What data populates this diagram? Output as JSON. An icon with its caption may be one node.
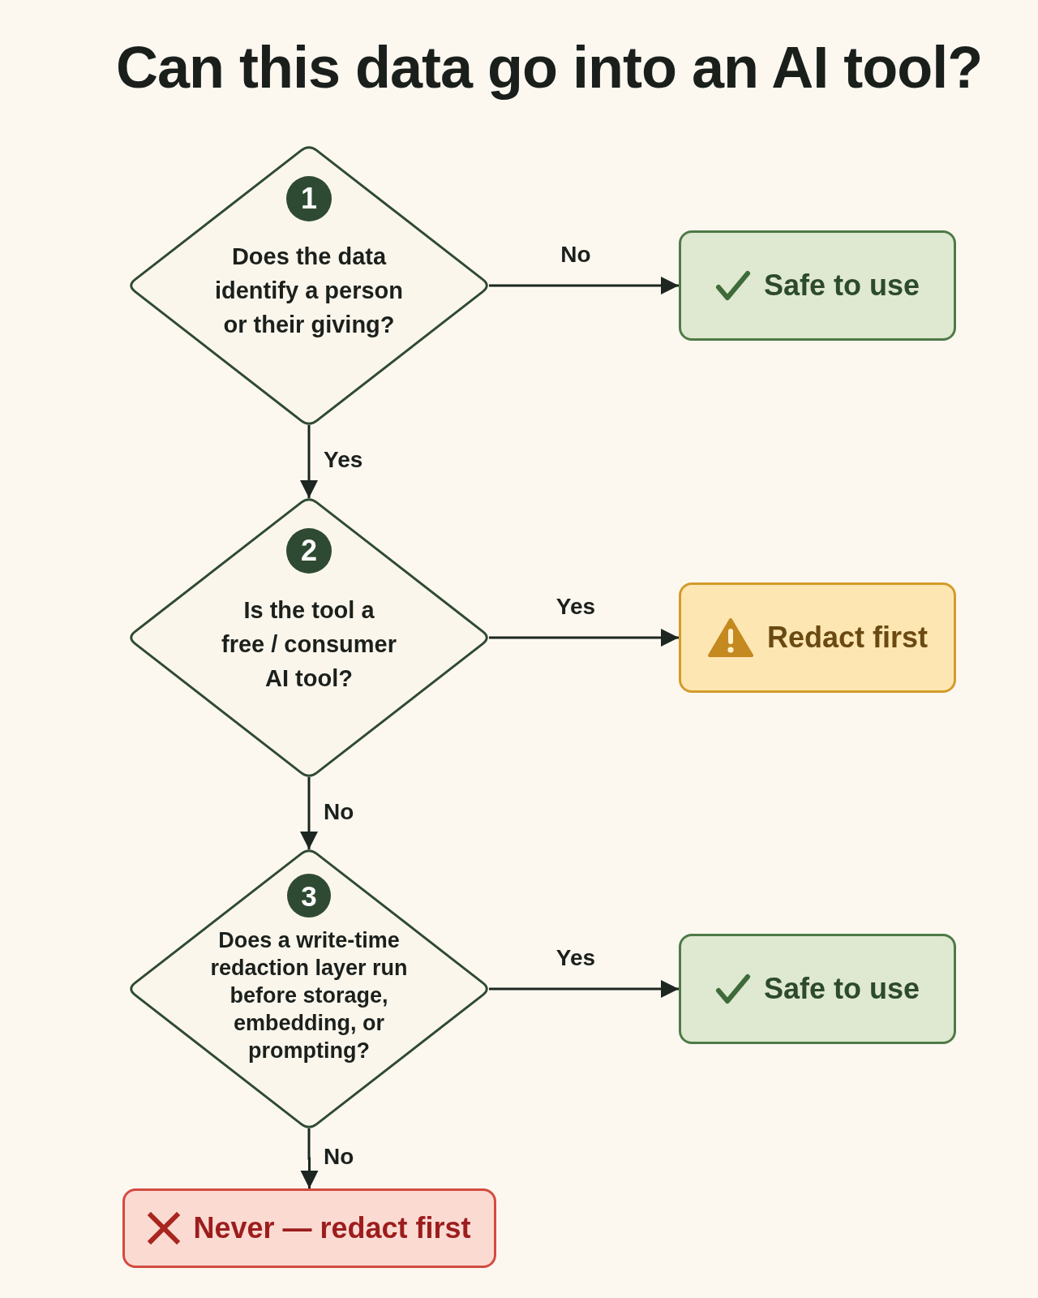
{
  "diagram": {
    "title": "Can this data go into an AI tool?",
    "nodes": [
      {
        "text": [
          "1",
          "Does the data identify a person or their giving?"
        ]
      },
      {
        "text": [
          "Safe to use"
        ]
      },
      {
        "text": [
          "2",
          "Is the tool a free / consumer AI tool?"
        ]
      },
      {
        "text": [
          "Redact first"
        ]
      },
      {
        "text": [
          "3",
          "Does a write-time redaction layer run before storage, embedding, or prompting?"
        ]
      },
      {
        "text": [
          "Safe to use"
        ]
      },
      {
        "text": [
          "Never — redact first"
        ]
      }
    ],
    "edges": [
      {
        "from": 0,
        "to": 1,
        "arrow": "to",
        "label": "No"
      },
      {
        "from": 0,
        "to": 2,
        "arrow": "to",
        "label": "Yes"
      },
      {
        "from": 2,
        "to": 3,
        "arrow": "to",
        "label": "Yes"
      },
      {
        "from": 2,
        "to": 4,
        "arrow": "to",
        "label": "No"
      },
      {
        "from": 4,
        "to": 5,
        "arrow": "to",
        "label": "Yes"
      },
      {
        "from": 4,
        "to": 6,
        "arrow": "to",
        "label": "No"
      }
    ]
  }
}
